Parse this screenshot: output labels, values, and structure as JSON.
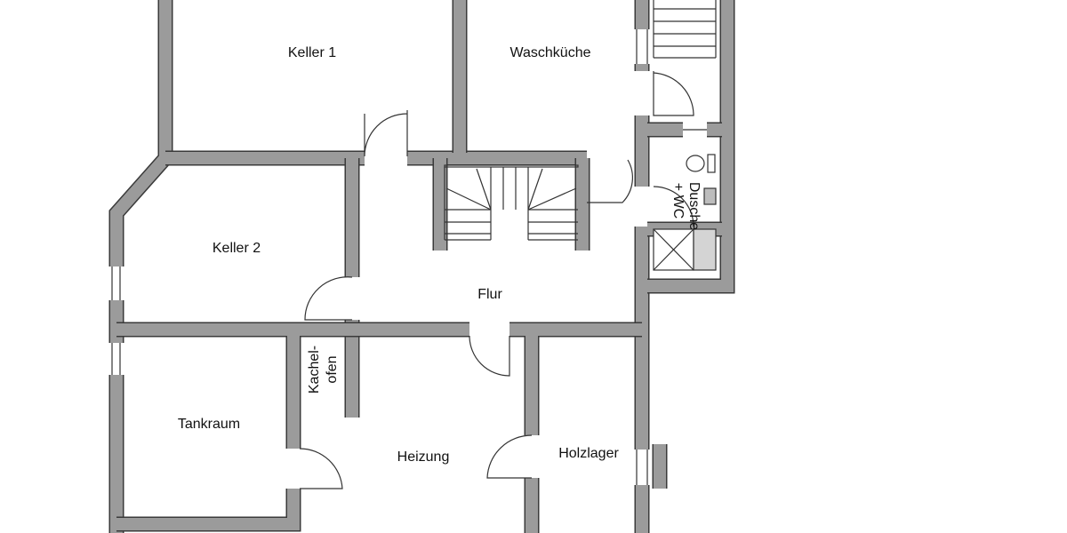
{
  "plan": {
    "rooms": {
      "keller1": "Keller 1",
      "waschkueche": "Waschküche",
      "keller2": "Keller 2",
      "flur": "Flur",
      "tankraum": "Tankraum",
      "heizung": "Heizung",
      "holzlager": "Holzlager",
      "kachelofen_line1": "Kachel-",
      "kachelofen_line2": "ofen",
      "dusche_line1": "Dusche",
      "dusche_line2": "+ WC"
    },
    "colors": {
      "wall": "#9b9b9b",
      "wall_outline": "#3a3a3a",
      "background": "#ffffff"
    }
  }
}
